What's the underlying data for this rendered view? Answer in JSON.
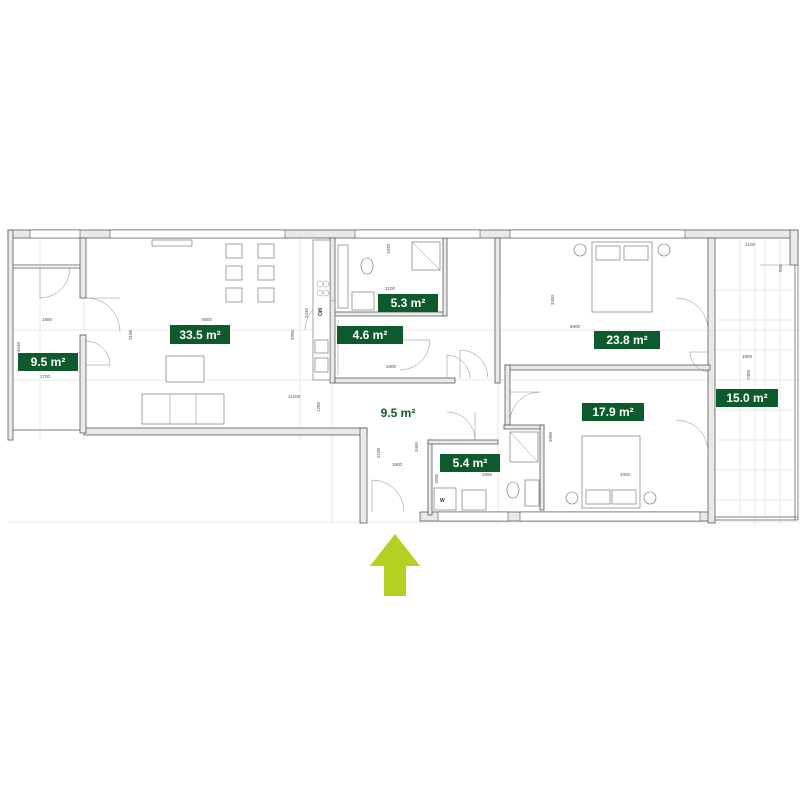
{
  "areas": {
    "loggia_left": "9.5 m²",
    "living_kitchen": "33.5 m²",
    "bathroom_top": "5.3 m²",
    "wardrobe": "4.6 m²",
    "hall": "9.5 m²",
    "bathroom_small": "5.4 m²",
    "bedroom_large": "23.8 m²",
    "bedroom_small": "17.9 m²",
    "terrace": "15.0 m²"
  },
  "dimensions": {
    "d1": "2100",
    "d2": "1880",
    "d3": "1700",
    "d4": "4540",
    "d5": "6600",
    "d6": "3100",
    "d7": "4900",
    "d8": "11200",
    "d9": "2440",
    "d10": "2100",
    "d11": "1930",
    "d12": "2900",
    "d13": "1200",
    "d14": "3400",
    "d15": "6900",
    "d16": "1900",
    "d17": "7400",
    "d18": "2100",
    "d19": "900",
    "d20": "3400",
    "d21": "1600",
    "d22": "1600",
    "d23": "2680",
    "d24": "3900",
    "d25": "4000"
  },
  "appliance_labels": {
    "washer": "W",
    "microwave": "MO"
  },
  "colors": {
    "label_bg": "#0d5a2c",
    "entrance_arrow": "#b5cf22"
  },
  "icons": {
    "entrance": "arrow-up-icon"
  }
}
